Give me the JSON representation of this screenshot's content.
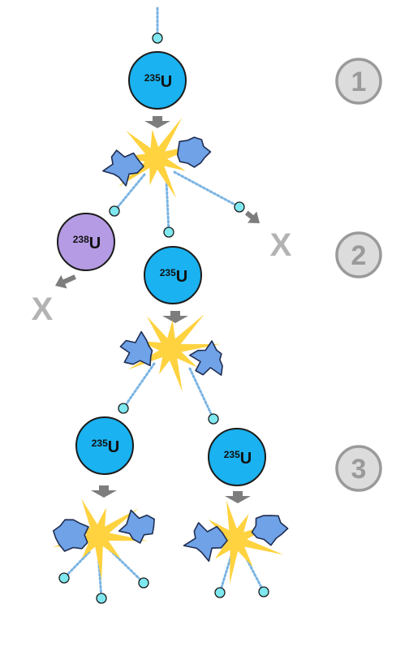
{
  "diagram": {
    "colors": {
      "u235": "#1ab2f0",
      "u238": "#b49be3",
      "neutron": "#7fe7ef",
      "flash": "#ffd23f",
      "fragment": "#6fa2e6",
      "arrow": "#7d7d7d",
      "trail": "#7ab4e3",
      "step_ring": "#9a9a9a",
      "x_mark": "#b3b3b3"
    },
    "nuclei": [
      {
        "mass": "235",
        "symbol": "U",
        "kind": "u235"
      },
      {
        "mass": "238",
        "symbol": "U",
        "kind": "u238"
      },
      {
        "mass": "235",
        "symbol": "U",
        "kind": "u235"
      },
      {
        "mass": "235",
        "symbol": "U",
        "kind": "u235"
      },
      {
        "mass": "235",
        "symbol": "U",
        "kind": "u235"
      }
    ],
    "steps": [
      "1",
      "2",
      "3"
    ],
    "lost_neutron_mark": "X",
    "icons": [
      "uranium-235-nucleus",
      "uranium-238-nucleus",
      "neutron",
      "fission-flash",
      "fission-fragment",
      "down-arrow",
      "lost-neutron-x"
    ]
  }
}
